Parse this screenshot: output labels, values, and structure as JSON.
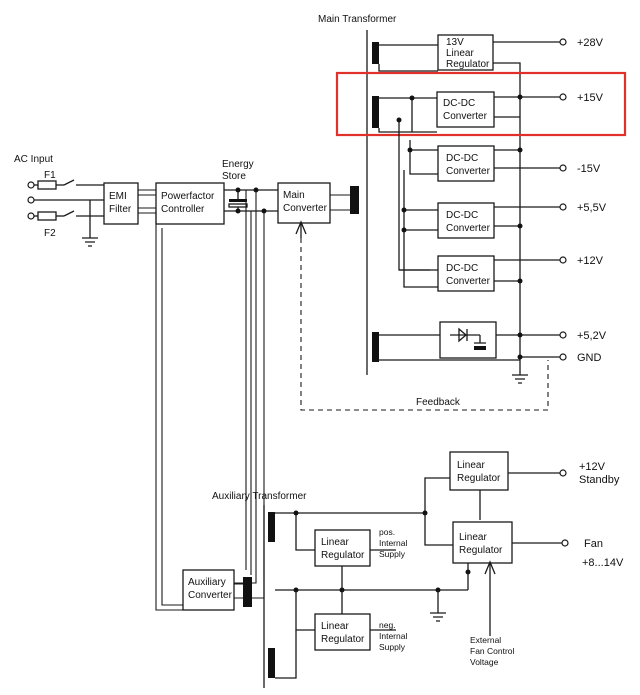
{
  "titles": {
    "main_transformer": "Main Transformer",
    "auxiliary_transformer": "Auxiliary Transformer"
  },
  "input": {
    "ac_input": "AC Input",
    "fuse1": "F1",
    "fuse2": "F2",
    "energy_store": [
      "Energy",
      "Store"
    ]
  },
  "blocks": {
    "emi_filter": [
      "EMI",
      "Filter"
    ],
    "pfc": [
      "Powerfactor",
      "Controller"
    ],
    "main_converter": [
      "Main",
      "Converter"
    ],
    "reg13": [
      "13V",
      "Linear",
      "Regulator"
    ],
    "dcdc": [
      "DC-DC",
      "Converter"
    ],
    "aux_converter": [
      "Auxiliary",
      "Converter"
    ],
    "linear_regulator": [
      "Linear",
      "Regulator"
    ]
  },
  "outputs": {
    "p28": "+28V",
    "p15": "+15V",
    "m15": "-15V",
    "p5_5": "+5,5V",
    "p12": "+12V",
    "p5_2": "+5,2V",
    "gnd": "GND",
    "standby": [
      "+12V",
      "Standby"
    ],
    "fan": "Fan",
    "fan_range": "+8...14V"
  },
  "labels": {
    "feedback": "Feedback",
    "pos_internal": [
      "pos.",
      "Internal",
      "Supply"
    ],
    "neg_internal": [
      "neg.",
      "Internal",
      "Supply"
    ],
    "fan_control": [
      "External",
      "Fan Control",
      "Voltage"
    ]
  },
  "highlight_color": "#e0322b"
}
